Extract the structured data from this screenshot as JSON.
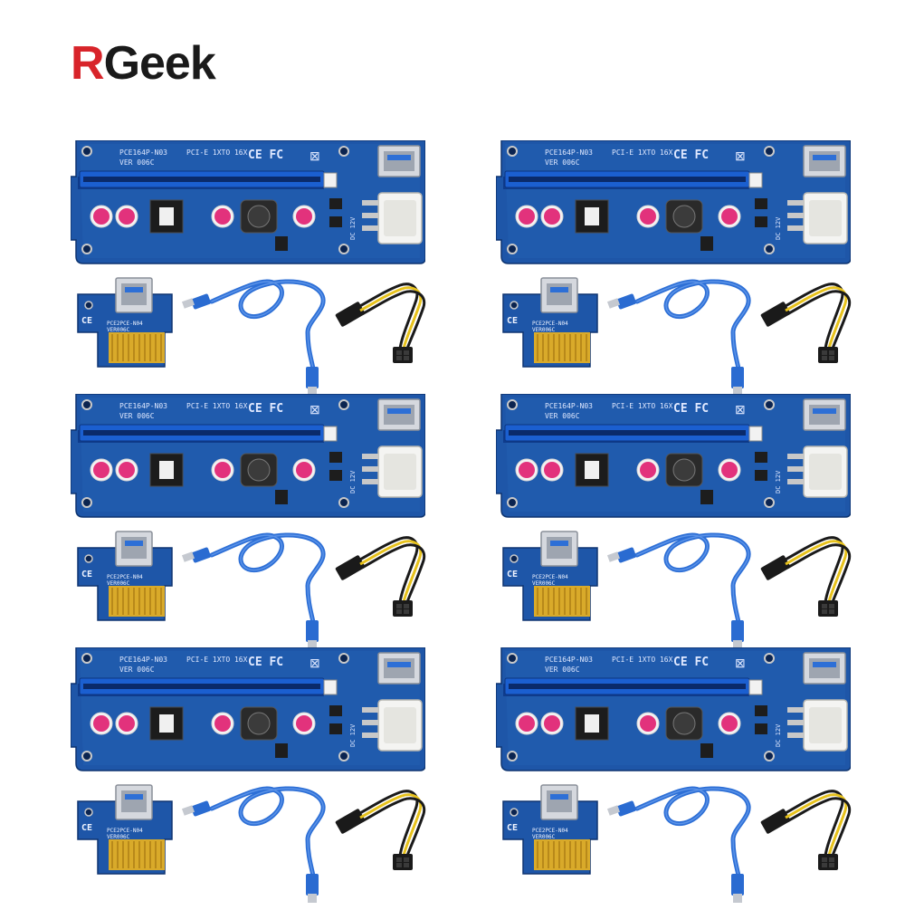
{
  "brand": {
    "first_letter": "R",
    "rest": "Geek"
  },
  "board_silkscreen": {
    "model": "PCE164P-N03",
    "slot": "PCI-E 1XTO 16X",
    "version": "VER 006C",
    "marks": "CE FC",
    "voltage": "DC 12V"
  },
  "adapter_silkscreen": {
    "model": "PCE2PCE-N04",
    "version": "VER006C",
    "marks": "CE"
  },
  "kits": [
    {
      "id": 1
    },
    {
      "id": 2
    },
    {
      "id": 3
    },
    {
      "id": 4
    },
    {
      "id": 5
    },
    {
      "id": 6
    }
  ],
  "colors": {
    "pcb": "#1e56a8",
    "slot": "#1b5fd0",
    "cable": "#2d6fd6",
    "brand_red": "#d8242a",
    "wire_yellow": "#e7c21c"
  }
}
